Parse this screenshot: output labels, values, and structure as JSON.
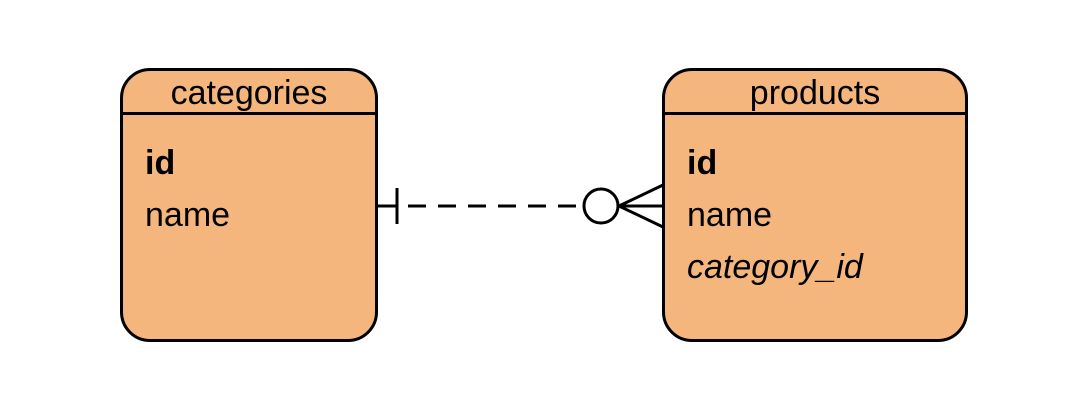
{
  "colors": {
    "entity_fill": "#f4b67c",
    "stroke": "#000000",
    "background": "#ffffff"
  },
  "entities": {
    "categories": {
      "title": "categories",
      "attributes": [
        {
          "name": "id",
          "role": "primary-key"
        },
        {
          "name": "name",
          "role": "attribute"
        }
      ]
    },
    "products": {
      "title": "products",
      "attributes": [
        {
          "name": "id",
          "role": "primary-key"
        },
        {
          "name": "name",
          "role": "attribute"
        },
        {
          "name": "category_id",
          "role": "foreign-key"
        }
      ]
    }
  },
  "relationship": {
    "from": "categories",
    "to": "products",
    "from_cardinality": "exactly-one",
    "to_cardinality": "zero-or-many",
    "line_style": "dashed"
  }
}
